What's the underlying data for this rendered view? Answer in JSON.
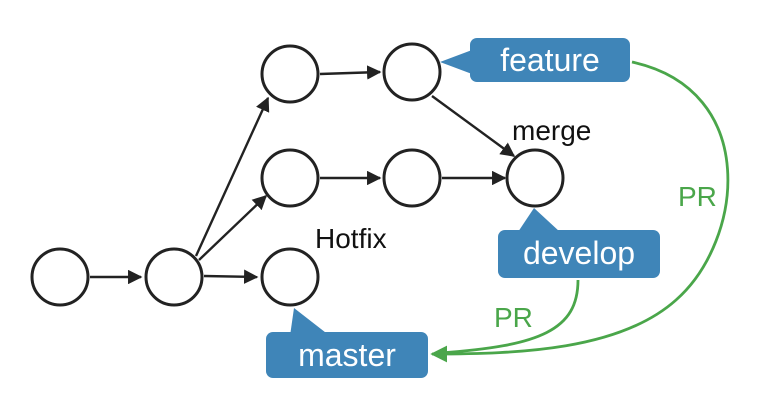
{
  "labels": {
    "feature": "feature",
    "develop": "develop",
    "master": "master",
    "merge": "merge",
    "hotfix": "Hotfix",
    "pr_feature": "PR",
    "pr_develop": "PR"
  },
  "colors": {
    "branch_tag": "#3f85b8",
    "pr_arrow": "#4aa64a",
    "node_stroke": "#222222"
  }
}
